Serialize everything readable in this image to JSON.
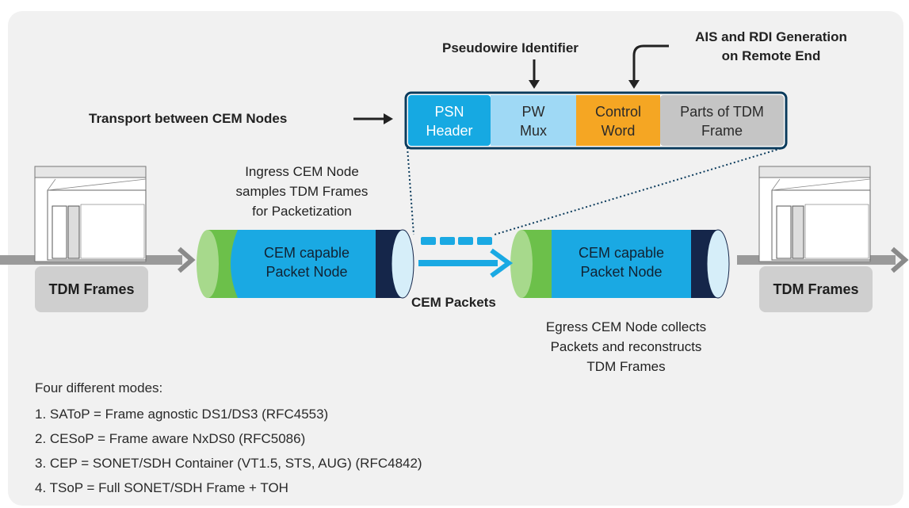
{
  "callouts": {
    "pseudowire": "Pseudowire Identifier",
    "ais_line1": "AIS and RDI Generation",
    "ais_line2": "on Remote End",
    "transport": "Transport between CEM Nodes"
  },
  "header_fields": [
    {
      "line1": "PSN",
      "line2": "Header",
      "color": "#16a9e2"
    },
    {
      "line1": "PW",
      "line2": "Mux",
      "color": "#9fd9f5"
    },
    {
      "line1": "Control",
      "line2": "Word",
      "color": "#f5a623"
    },
    {
      "line1": "Parts of TDM",
      "line2": "Frame",
      "color": "#c5c5c5"
    }
  ],
  "ingress_text": [
    "Ingress CEM Node",
    "samples TDM Frames",
    "for Packetization"
  ],
  "egress_text": [
    "Egress CEM Node collects",
    "Packets and reconstructs",
    "TDM Frames"
  ],
  "nodes": {
    "left": [
      "CEM capable",
      "Packet Node"
    ],
    "right": [
      "CEM capable",
      "Packet Node"
    ]
  },
  "tdm_left": "TDM Frames",
  "tdm_right": "TDM Frames",
  "cem_packets": "CEM Packets",
  "modes": {
    "title": "Four different modes:",
    "items": [
      "1. SAToP = Frame agnostic DS1/DS3 (RFC4553)",
      "2. CESoP = Frame aware NxDS0 (RFC5086)",
      "3. CEP = SONET/SDH Container (VT1.5, STS, AUG) (RFC4842)",
      "4. TSoP = Full SONET/SDH Frame + TOH"
    ]
  },
  "colors": {
    "node_blue": "#1aa9e3",
    "node_green": "#6cc04a",
    "node_navy": "#15264a",
    "header_border": "#0b3b5c"
  }
}
